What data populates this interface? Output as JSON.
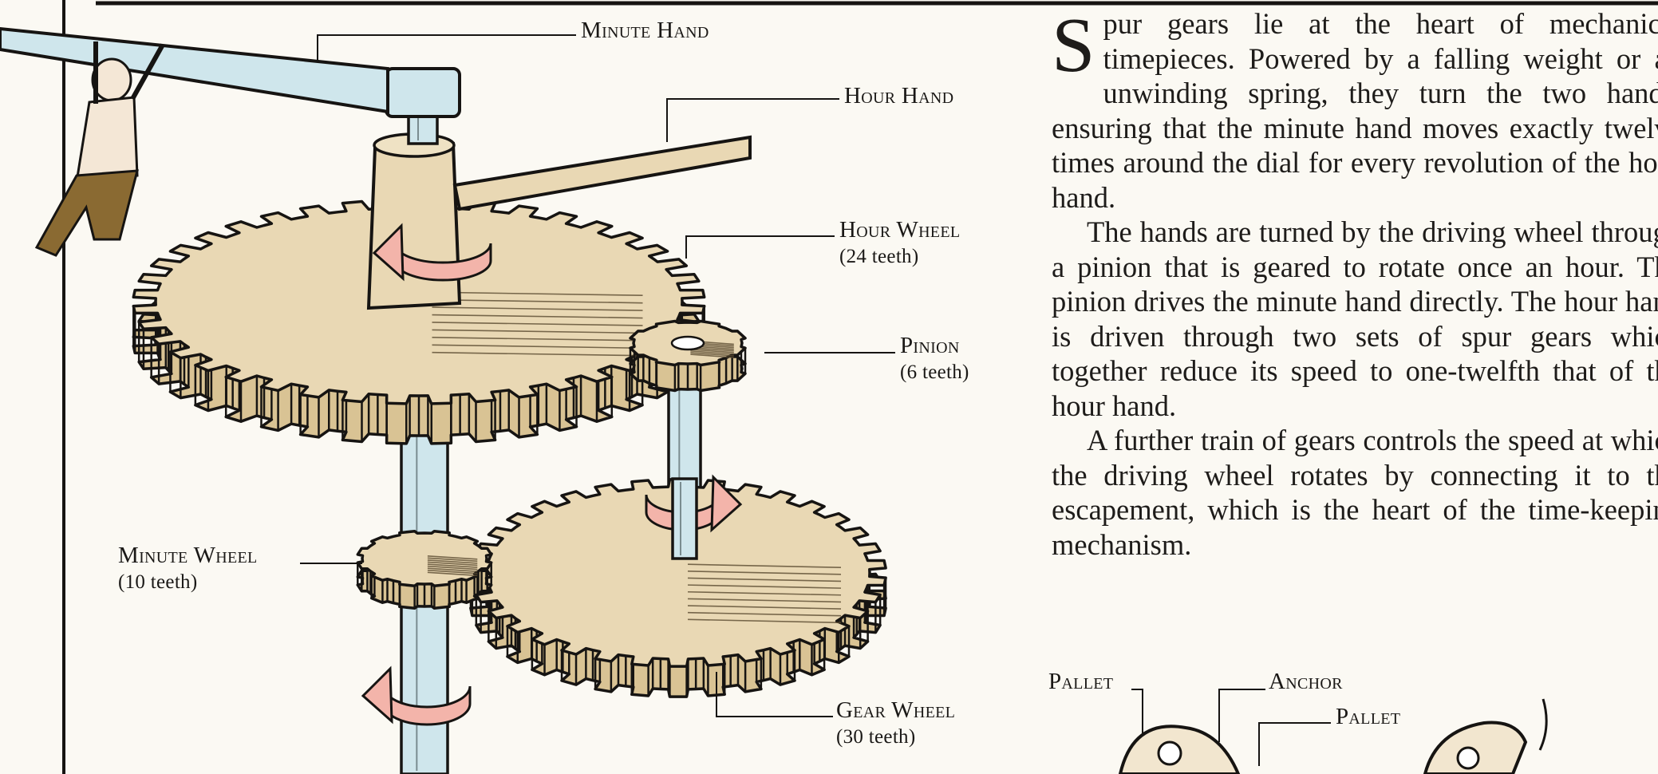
{
  "illustration": {
    "labels": {
      "minute_hand": "Minute Hand",
      "hour_hand": "Hour Hand",
      "hour_wheel": {
        "name": "Hour Wheel",
        "teeth": "(24 teeth)"
      },
      "pinion": {
        "name": "Pinion",
        "teeth": "(6 teeth)"
      },
      "minute_wheel": {
        "name": "Minute Wheel",
        "teeth": "(10 teeth)"
      },
      "gear_wheel": {
        "name": "Gear Wheel",
        "teeth": "(30 teeth)"
      },
      "pallet_left": "Pallet",
      "anchor": "Anchor",
      "pallet_right": "Pallet"
    },
    "colors": {
      "wood": "#e9d8b4",
      "steel": "#cfe6ec",
      "arrow": "#f3b4aa",
      "ink": "#161412",
      "trousers": "#8a6a32"
    }
  },
  "article": {
    "dropcap": "S",
    "p1": "pur gears lie at the heart of mechanical timepieces. Powered by a falling weight or an unwinding spring, they turn the two hands, ensuring that the minute hand moves exactly twelve times around the dial for every revolution of the hour hand.",
    "p2": "The hands are turned by the driving wheel through a pinion that is geared to rotate once an hour. The pinion drives the minute hand directly. The hour hand is driven through two sets of spur gears which together reduce its speed to one-twelfth that of the hour hand.",
    "p3": "A further train of gears controls the speed at which the driving wheel rotates by connecting it to the escapement, which is the heart of the time-keeping mechanism."
  }
}
